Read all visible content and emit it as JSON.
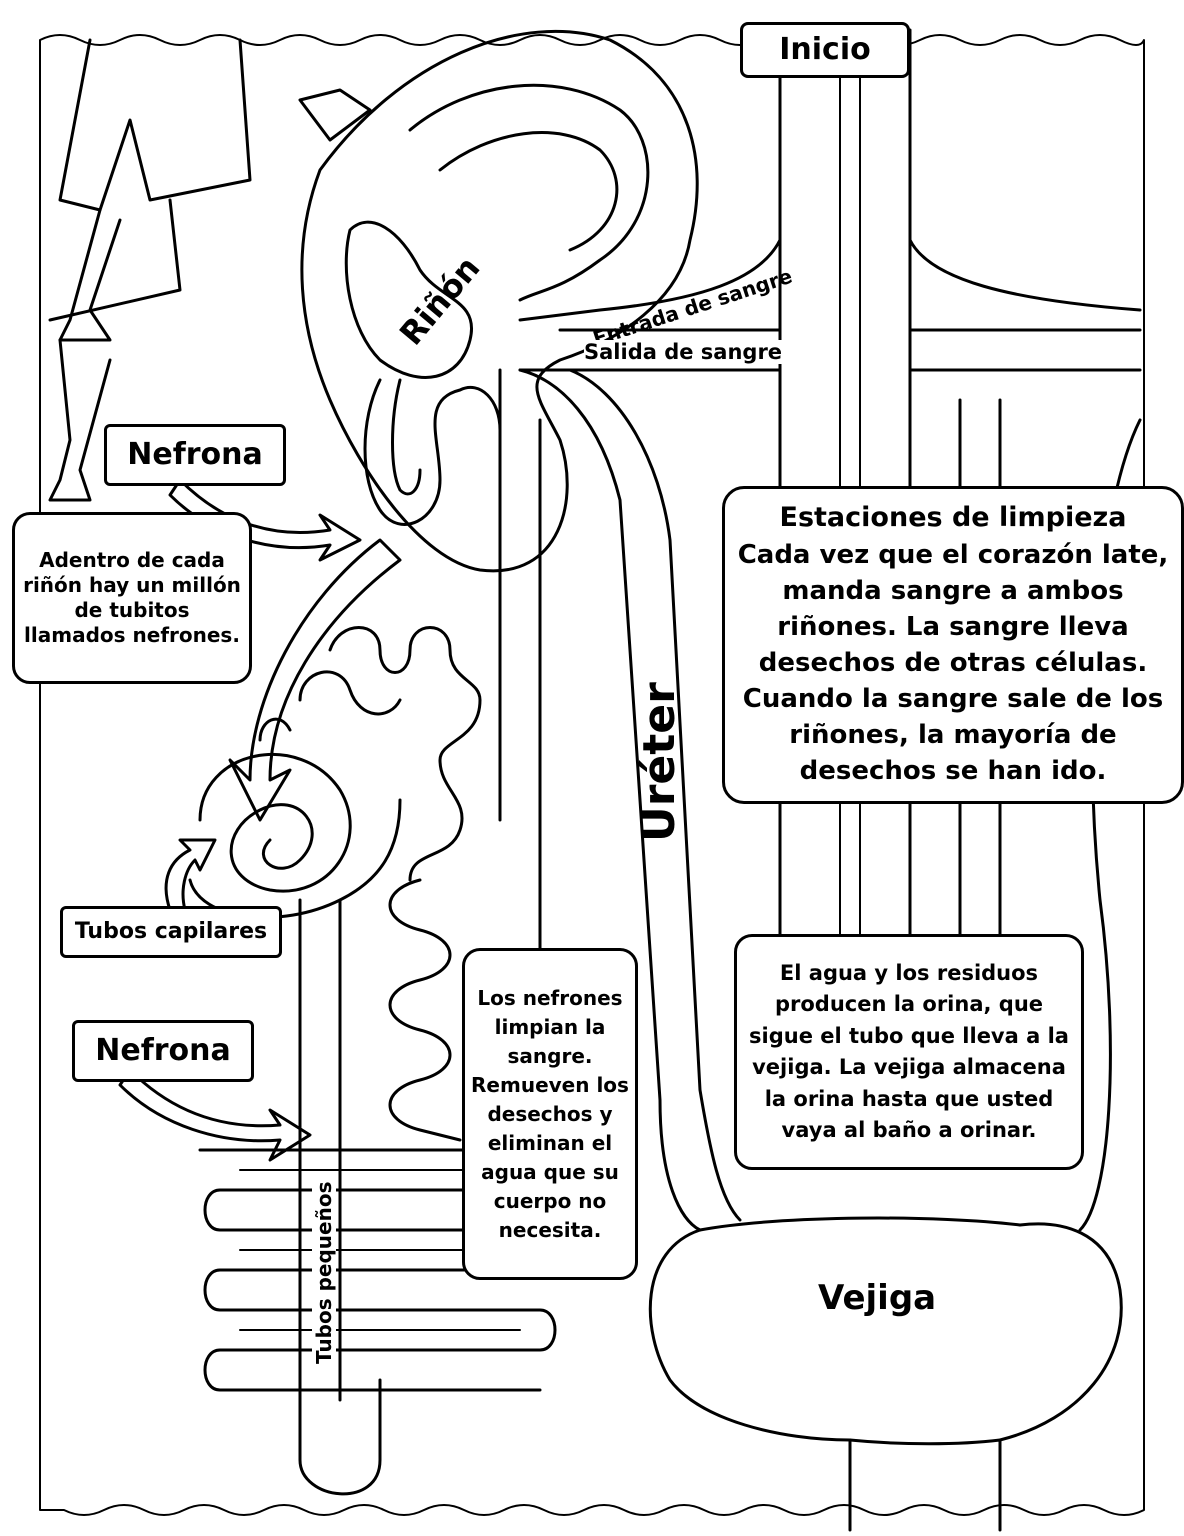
{
  "labels": {
    "inicio": "Inicio",
    "rinon": "Riñón",
    "entrada": "Entrada de sangre",
    "salida": "Salida de sangre",
    "nefrona_top": "Nefrona",
    "nefrona_bottom": "Nefrona",
    "adentro": "Adentro de cada riñón hay un millón de tubitos llamados nefrones.",
    "ureter": "Uréter",
    "tubos_capilares": "Tubos capilares",
    "tubos_pequenos": "Tubos pequeños",
    "vejiga": "Vejiga"
  },
  "estaciones": {
    "title": "Estaciones de limpieza",
    "body": "Cada vez que el corazón late, manda sangre a ambos riñones. La sangre lleva desechos de otras células. Cuando la sangre sale de los riñones, la mayoría de desechos se han ido."
  },
  "nefrones_limpian": "Los nefrones limpian la sangre. Remueven los desechos y eliminan el agua que su cuerpo no necesita.",
  "agua_residuos": "El agua y los residuos producen la orina, que sigue el tubo que lleva a la vejiga. La vejiga almacena la orina hasta que usted vaya al baño a orinar."
}
